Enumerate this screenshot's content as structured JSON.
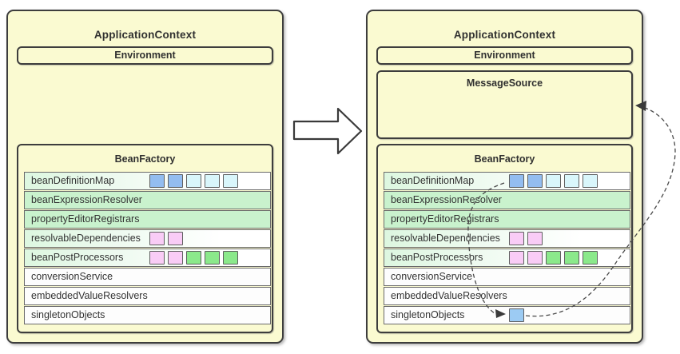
{
  "left_panel": {
    "title": "ApplicationContext",
    "environment_label": "Environment",
    "bean_factory": {
      "title": "BeanFactory",
      "rows": [
        {
          "label": "beanDefinitionMap",
          "bg": "gradient",
          "squares": [
            "blue",
            "blue",
            "cyan",
            "cyan",
            "cyan"
          ]
        },
        {
          "label": "beanExpressionResolver",
          "bg": "green",
          "squares": []
        },
        {
          "label": "propertyEditorRegistrars",
          "bg": "green",
          "squares": []
        },
        {
          "label": "resolvableDependencies",
          "bg": "gradient",
          "squares": [
            "pink",
            "pink"
          ]
        },
        {
          "label": "beanPostProcessors",
          "bg": "gradient",
          "squares": [
            "pink",
            "pink",
            "green",
            "green",
            "green"
          ]
        },
        {
          "label": "conversionService",
          "bg": "white",
          "squares": []
        },
        {
          "label": "embeddedValueResolvers",
          "bg": "white",
          "squares": []
        },
        {
          "label": "singletonObjects",
          "bg": "white",
          "squares": []
        }
      ]
    }
  },
  "right_panel": {
    "title": "ApplicationContext",
    "environment_label": "Environment",
    "message_source_label": "MessageSource",
    "bean_factory": {
      "title": "BeanFactory",
      "rows": [
        {
          "label": "beanDefinitionMap",
          "bg": "gradient",
          "squares": [
            "blue",
            "blue",
            "cyan",
            "cyan",
            "cyan"
          ]
        },
        {
          "label": "beanExpressionResolver",
          "bg": "green",
          "squares": []
        },
        {
          "label": "propertyEditorRegistrars",
          "bg": "green",
          "squares": []
        },
        {
          "label": "resolvableDependencies",
          "bg": "gradient",
          "squares": [
            "pink",
            "pink"
          ]
        },
        {
          "label": "beanPostProcessors",
          "bg": "gradient",
          "squares": [
            "pink",
            "pink",
            "green",
            "green",
            "green"
          ]
        },
        {
          "label": "conversionService",
          "bg": "white",
          "squares": []
        },
        {
          "label": "embeddedValueResolvers",
          "bg": "white",
          "squares": []
        },
        {
          "label": "singletonObjects",
          "bg": "white",
          "squares": [
            "skyblue"
          ]
        }
      ]
    }
  },
  "colors": {
    "panel_bg": "#FAFAD1",
    "border_dark": "#3D3D3D",
    "row_green": "#C9F2CD",
    "row_gradient_start": "#DDF7E0",
    "square_blue": "#93BDF0",
    "square_cyan": "#D9F6FB",
    "square_pink": "#F9CCF6",
    "square_green": "#8BE98B",
    "square_skyblue": "#9CCBF3",
    "dashed_line": "#4A4A4A"
  }
}
